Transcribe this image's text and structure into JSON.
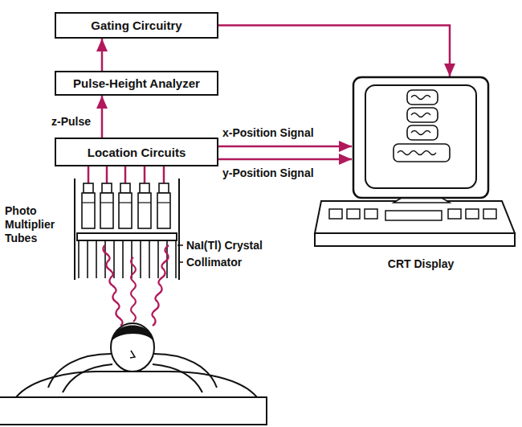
{
  "diagram": {
    "nodes": [
      {
        "text": [
          "Gating Circuitry"
        ]
      },
      {
        "text": [
          "Pulse-Height Analyzer"
        ]
      },
      {
        "text": [
          "Location Circuits"
        ]
      },
      {
        "text": [
          "CRT Display"
        ]
      }
    ],
    "edges": [
      {
        "from": 2,
        "to": 1,
        "arrow": "to",
        "label": "z-Pulse"
      },
      {
        "from": 1,
        "to": 0,
        "arrow": "to"
      },
      {
        "from": 0,
        "to": 3,
        "arrow": "to"
      },
      {
        "from": 2,
        "to": 3,
        "arrow": "to",
        "label": "x-Position Signal"
      },
      {
        "from": 2,
        "to": 3,
        "arrow": "to",
        "label": "y-Position Signal"
      }
    ],
    "labels": [
      "Photo Multiplier Tubes",
      "NaI(Tl) Crystal",
      "Collimator"
    ]
  }
}
